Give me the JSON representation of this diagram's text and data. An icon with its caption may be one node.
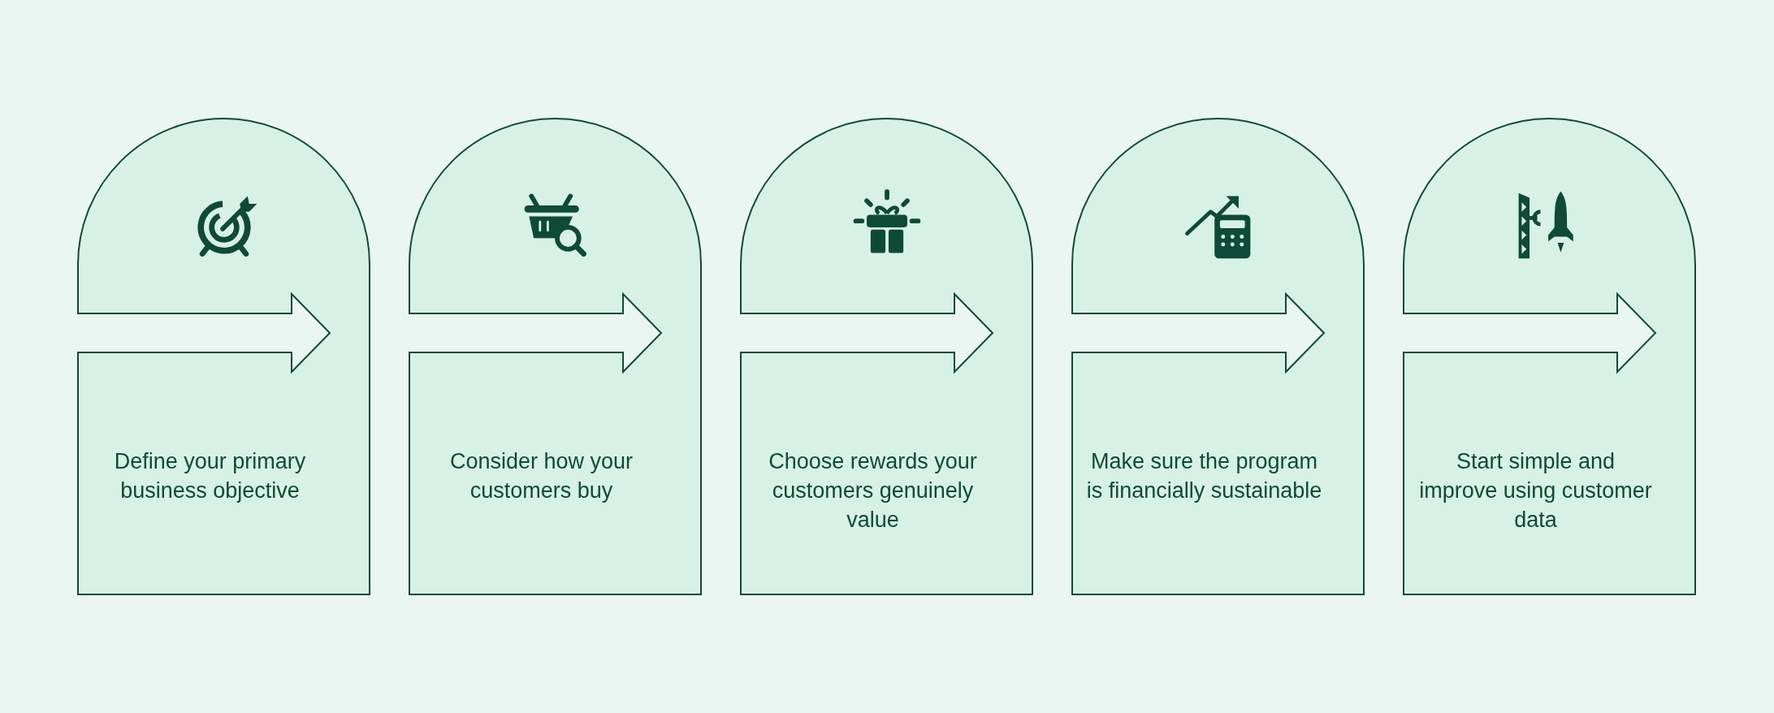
{
  "diagram": {
    "nodes": [
      {
        "text": [
          "Define your primary business objective"
        ]
      },
      {
        "text": [
          "Consider how your customers buy"
        ]
      },
      {
        "text": [
          "Choose rewards your customers genuinely value"
        ]
      },
      {
        "text": [
          "Make sure the program is financially sustainable"
        ]
      },
      {
        "text": [
          "Start simple and improve using customer data"
        ]
      }
    ]
  }
}
